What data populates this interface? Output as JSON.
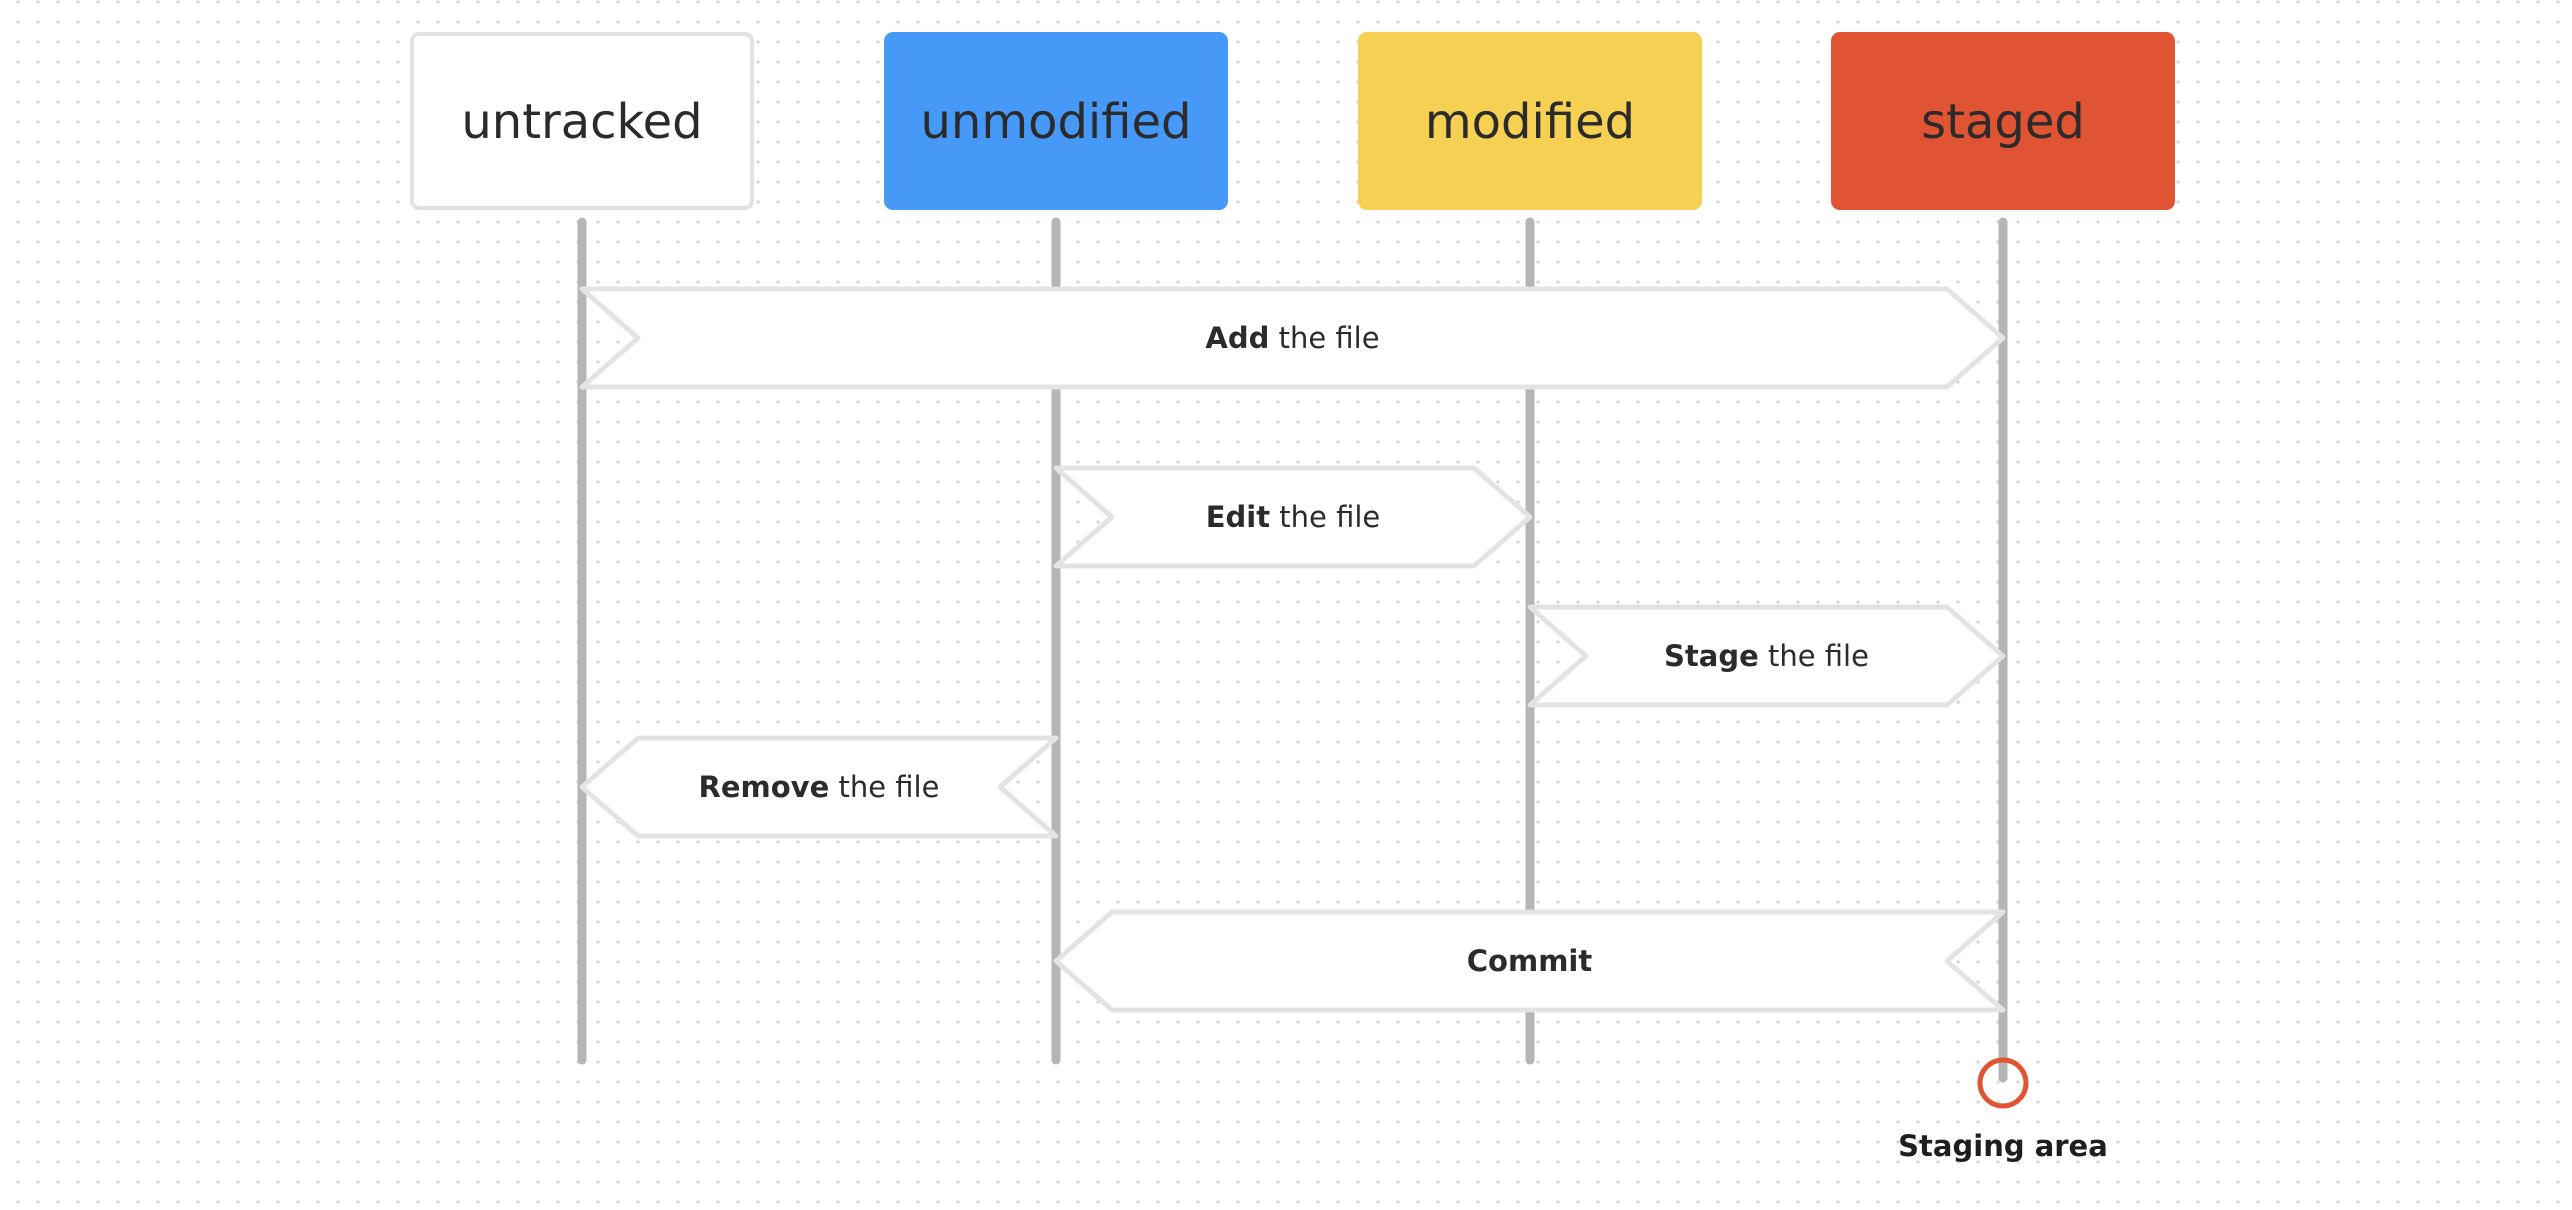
{
  "states": [
    {
      "id": "untracked",
      "label": "untracked",
      "fill": "#ffffff",
      "stroke": "#e2e2e2",
      "text_color": "#2b2b2b"
    },
    {
      "id": "unmodified",
      "label": "unmodified",
      "fill": "#4699f7",
      "stroke": "#4699f7",
      "text_color": "#ffffff"
    },
    {
      "id": "modified",
      "label": "modified",
      "fill": "#f5d052",
      "stroke": "#f5d052",
      "text_color": "#2b2b2b"
    },
    {
      "id": "staged",
      "label": "staged",
      "fill": "#e05433",
      "stroke": "#e05433",
      "text_color": "#ffffff"
    }
  ],
  "transitions": [
    {
      "id": "add",
      "from": "untracked",
      "to": "staged",
      "bold": "Add",
      "rest": " the file"
    },
    {
      "id": "edit",
      "from": "unmodified",
      "to": "modified",
      "bold": "Edit",
      "rest": " the file"
    },
    {
      "id": "stage",
      "from": "modified",
      "to": "staged",
      "bold": "Stage",
      "rest": " the file"
    },
    {
      "id": "remove",
      "from": "unmodified",
      "to": "untracked",
      "bold": "Remove",
      "rest": " the file"
    },
    {
      "id": "commit",
      "from": "staged",
      "to": "unmodified",
      "bold": "Commit",
      "rest": ""
    }
  ],
  "endpoint": {
    "state": "staged",
    "label": "Staging area",
    "color": "#e05433"
  },
  "colors": {
    "lifeline": "#b5b5b5",
    "arrow_fill": "#ffffff",
    "arrow_stroke": "#e3e3e3"
  }
}
